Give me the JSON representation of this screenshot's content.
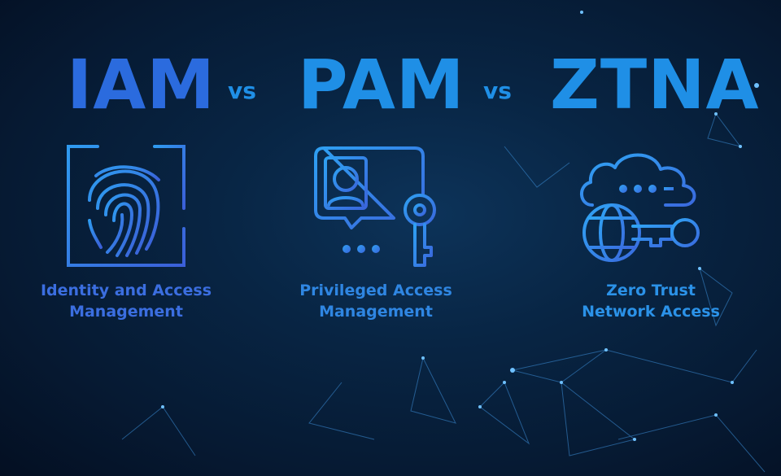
{
  "titles": {
    "iam": "IAM",
    "vs1": "vs",
    "pam": "PAM",
    "vs2": "vs",
    "ztna": "ZTNA"
  },
  "iam_label": {
    "line1": "Identity and Access",
    "line2": "Management"
  },
  "pam_label": {
    "line1": "Privileged Access",
    "line2": "Management"
  },
  "ztna_label": {
    "line1": "Zero Trust",
    "line2": "Network Access"
  },
  "icons": {
    "iam": "fingerprint-icon",
    "pam": "id-card-key-icon",
    "ztna": "cloud-globe-key-icon"
  },
  "colors": {
    "background": "#061a33",
    "iam_accent": "#2b6bde",
    "pam_accent": "#1f8fe6",
    "ztna_accent": "#1f8fe6"
  }
}
